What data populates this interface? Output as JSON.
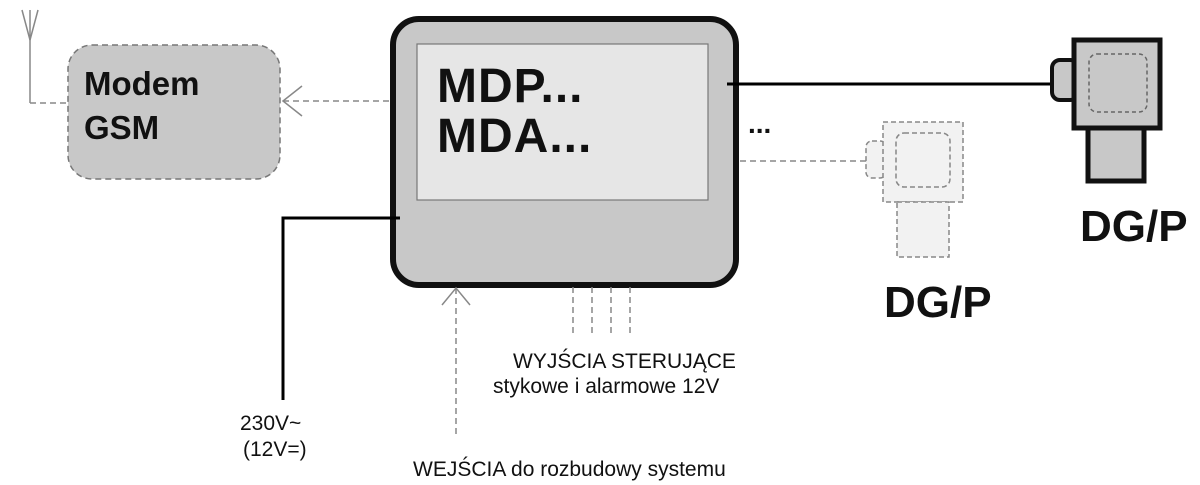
{
  "modem": {
    "line1": "Modem",
    "line2": "GSM"
  },
  "main": {
    "line1": "MDP...",
    "line2": "MDA..."
  },
  "more_marker": "...",
  "detectors": {
    "left_label": "DG/P",
    "right_label": "DG/P"
  },
  "outputs": {
    "line1": "WYJŚCIA STERUJĄCE",
    "line2": "stykowe i alarmowe 12V"
  },
  "power": {
    "line1": "230V~",
    "line2": "(12V=)"
  },
  "inputs": {
    "label": "WEJŚCIA do rozbudowy systemu"
  },
  "colors": {
    "line": "#000000",
    "dashed": "#888888",
    "box_fill": "#c8c8c8",
    "screen_fill": "#e6e6e6",
    "detector_fill": "#f2f2f2"
  }
}
